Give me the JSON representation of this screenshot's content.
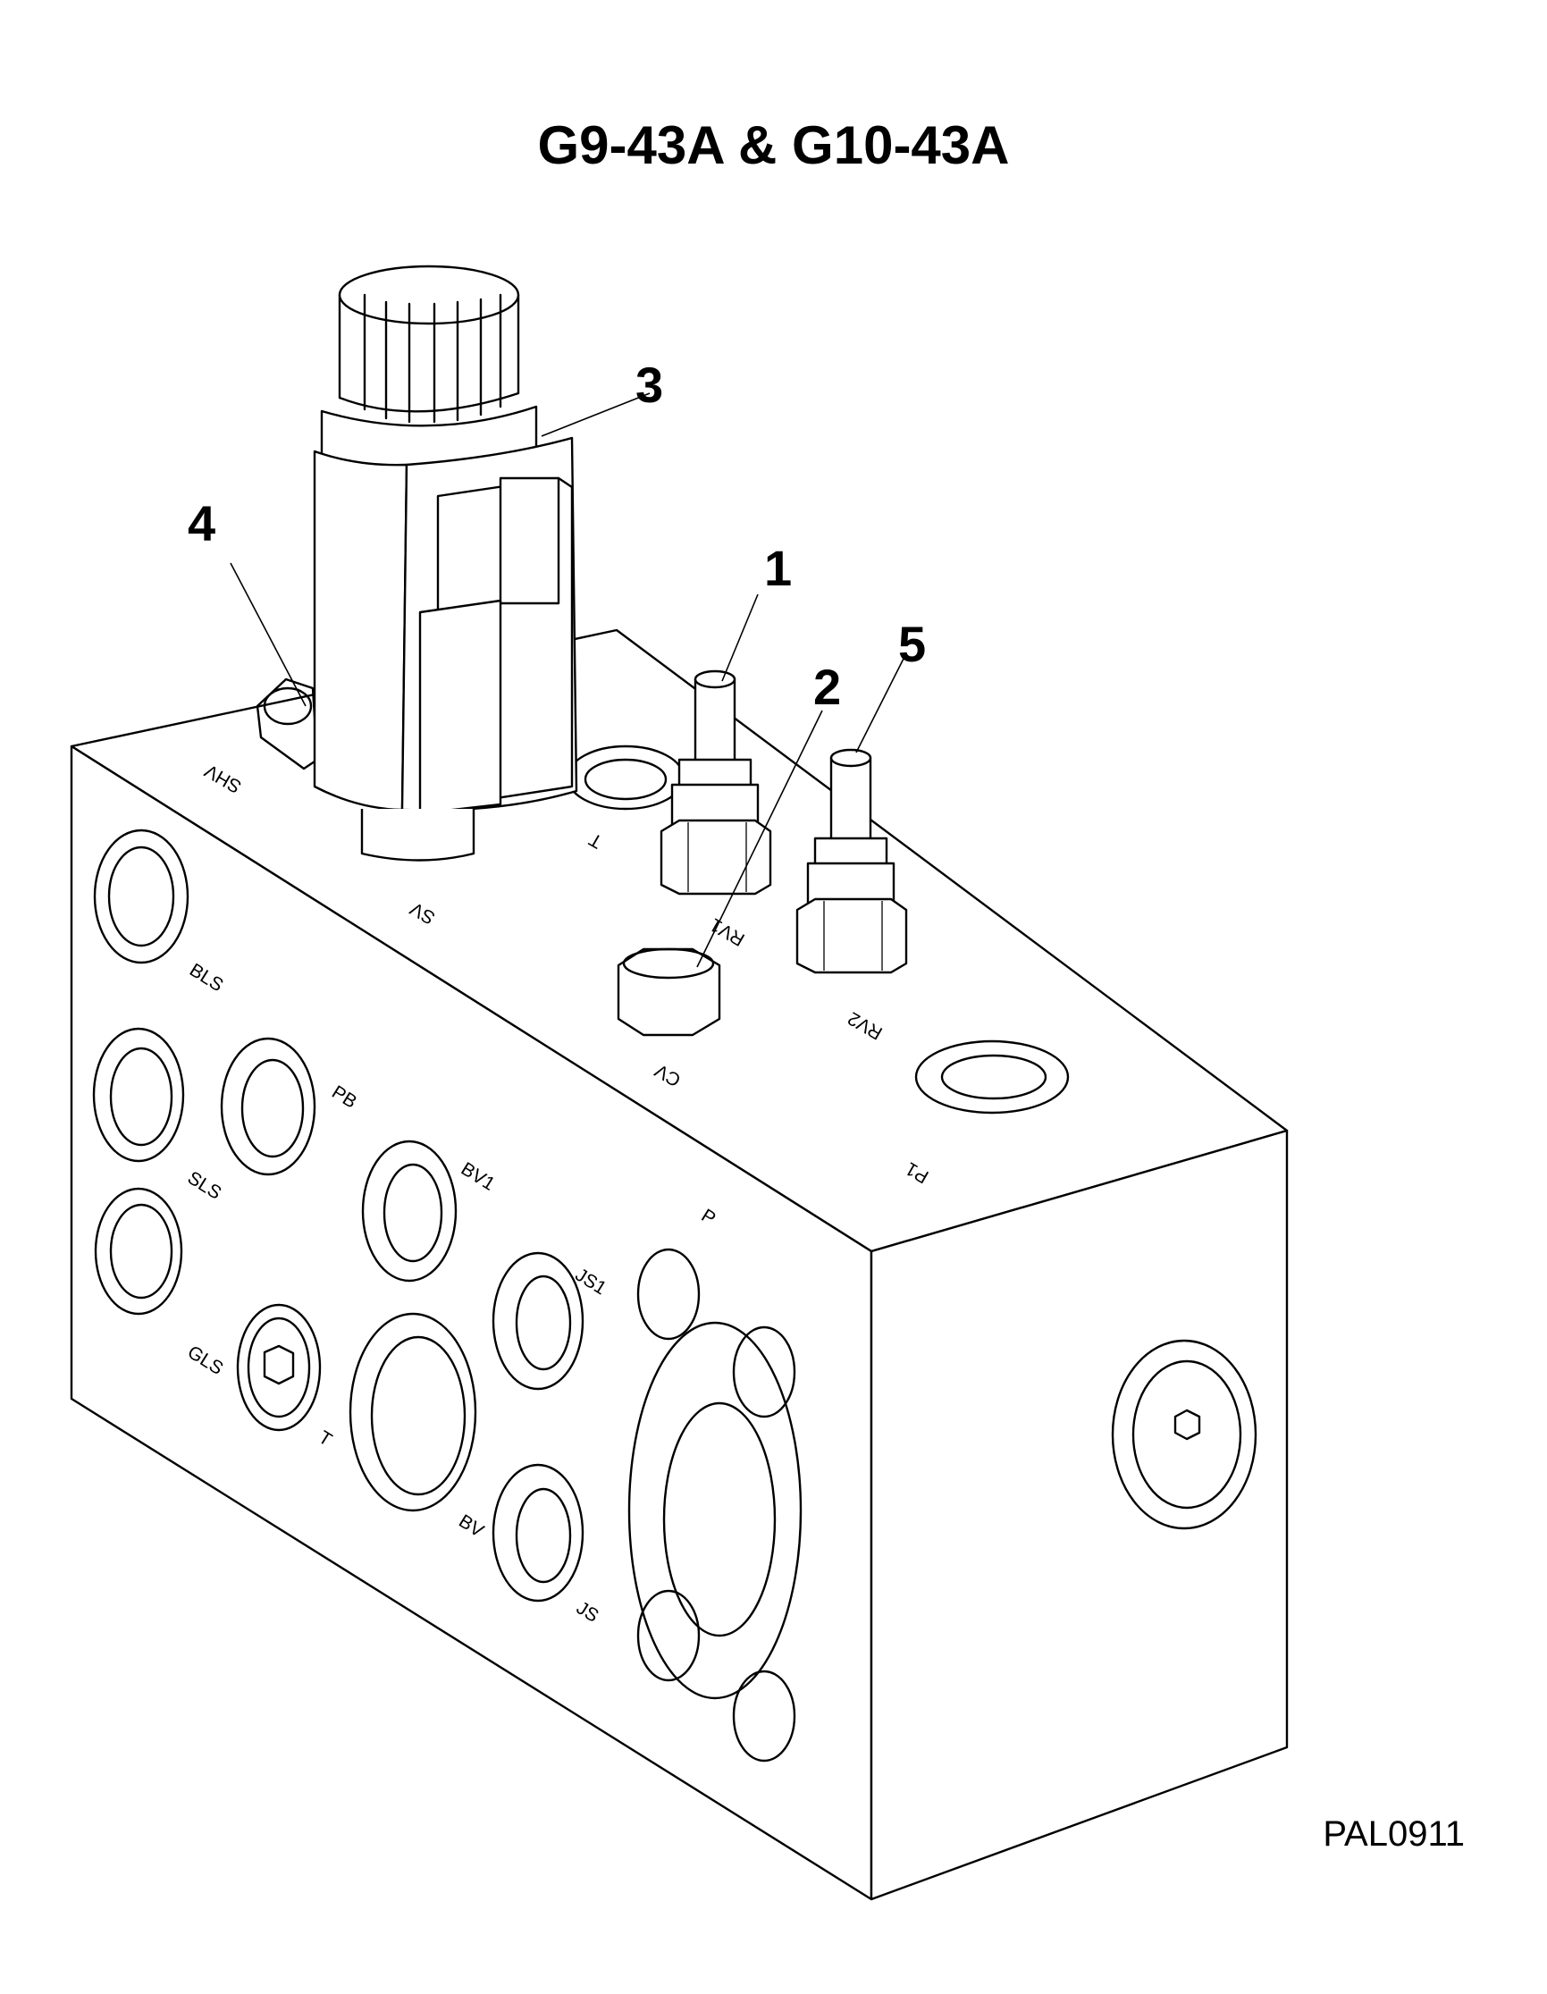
{
  "title": "G9-43A & G10-43A",
  "drawing_id": "PAL0911",
  "callouts": [
    "1",
    "2",
    "3",
    "4",
    "5"
  ],
  "ports": {
    "shv": "SHV",
    "sv": "SV",
    "t_top": "T",
    "rv1": "RV1",
    "cv": "CV",
    "rv2": "RV2",
    "p1": "P1",
    "bls": "BLS",
    "pb": "PB",
    "sls": "SLS",
    "bv1": "BV1",
    "p": "P",
    "js1": "JS1",
    "gls": "GLS",
    "t_front": "T",
    "bv": "BV",
    "js": "JS"
  }
}
